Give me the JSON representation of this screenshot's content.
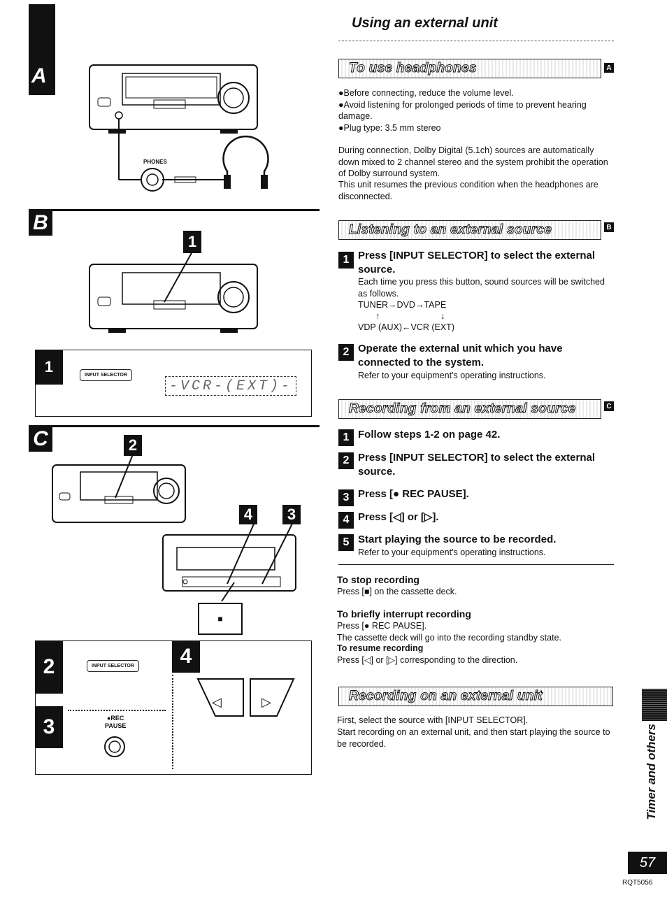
{
  "header": {
    "title": "Using an external unit"
  },
  "left": {
    "panel_a": {
      "letter": "A",
      "phones_label": "PHONES"
    },
    "panel_b": {
      "letter": "B",
      "step1": "1",
      "input_selector_label": "INPUT SELECTOR",
      "display_text": "-VCR-(EXT)-"
    },
    "panel_c": {
      "letter": "C",
      "step2": "2",
      "step3": "3",
      "step4": "4",
      "stop_glyph": "■",
      "input_selector_label": "INPUT SELECTOR",
      "rec_label": "●REC",
      "pause_label": "PAUSE",
      "left_glyph": "◁",
      "right_glyph": "▷"
    }
  },
  "sections": {
    "headphones": {
      "title": "To use headphones",
      "corner": "A",
      "bullets": [
        "●Before connecting, reduce the volume level.",
        "●Avoid listening for prolonged periods of time to prevent hearing damage.",
        "●Plug type: 3.5 mm stereo"
      ],
      "para1": "During connection, Dolby Digital (5.1ch) sources are automatically down mixed to 2 channel stereo and the system prohibit the operation of Dolby surround system.",
      "para2": "This unit resumes the previous condition when the headphones are disconnected."
    },
    "listening": {
      "title": "Listening to an external source",
      "corner": "B",
      "step1_num": "1",
      "step1_head": "Press [INPUT SELECTOR] to select the external source.",
      "step1_body": "Each time you press this button, sound sources will be switched as follows.",
      "cycle_row1": "TUNER→DVD→TAPE",
      "cycle_up": "↑",
      "cycle_down": "↓",
      "cycle_row2": "VDP (AUX)←VCR (EXT)",
      "step2_num": "2",
      "step2_head": "Operate the external unit which you have connected to the system.",
      "step2_body": "Refer to your equipment's operating instructions."
    },
    "recording_from": {
      "title": "Recording from an external source",
      "corner": "C",
      "steps": [
        {
          "num": "1",
          "text": "Follow steps 1-2 on page 42."
        },
        {
          "num": "2",
          "text": "Press [INPUT SELECTOR] to select the external source."
        },
        {
          "num": "3",
          "text": "Press [● REC PAUSE]."
        },
        {
          "num": "4",
          "text": "Press [◁] or [▷]."
        },
        {
          "num": "5",
          "text": "Start playing the source to be recorded."
        }
      ],
      "step5_body": "Refer to your equipment's operating instructions.",
      "stop_head": "To stop recording",
      "stop_body": "Press [■] on the cassette deck.",
      "interrupt_head": "To briefly interrupt recording",
      "interrupt_body1": "Press [● REC PAUSE].",
      "interrupt_body2": "The cassette deck will go into the recording standby state.",
      "resume_head": "To resume recording",
      "resume_body": "Press [◁] or [▷] corresponding to the direction."
    },
    "recording_on": {
      "title": "Recording on an external unit",
      "body1": "First, select the source with [INPUT SELECTOR].",
      "body2": "Start recording on an external unit, and then start playing the source to be recorded."
    }
  },
  "side_label": "Timer and others",
  "page_number": "57",
  "doc_code": "RQT5056"
}
